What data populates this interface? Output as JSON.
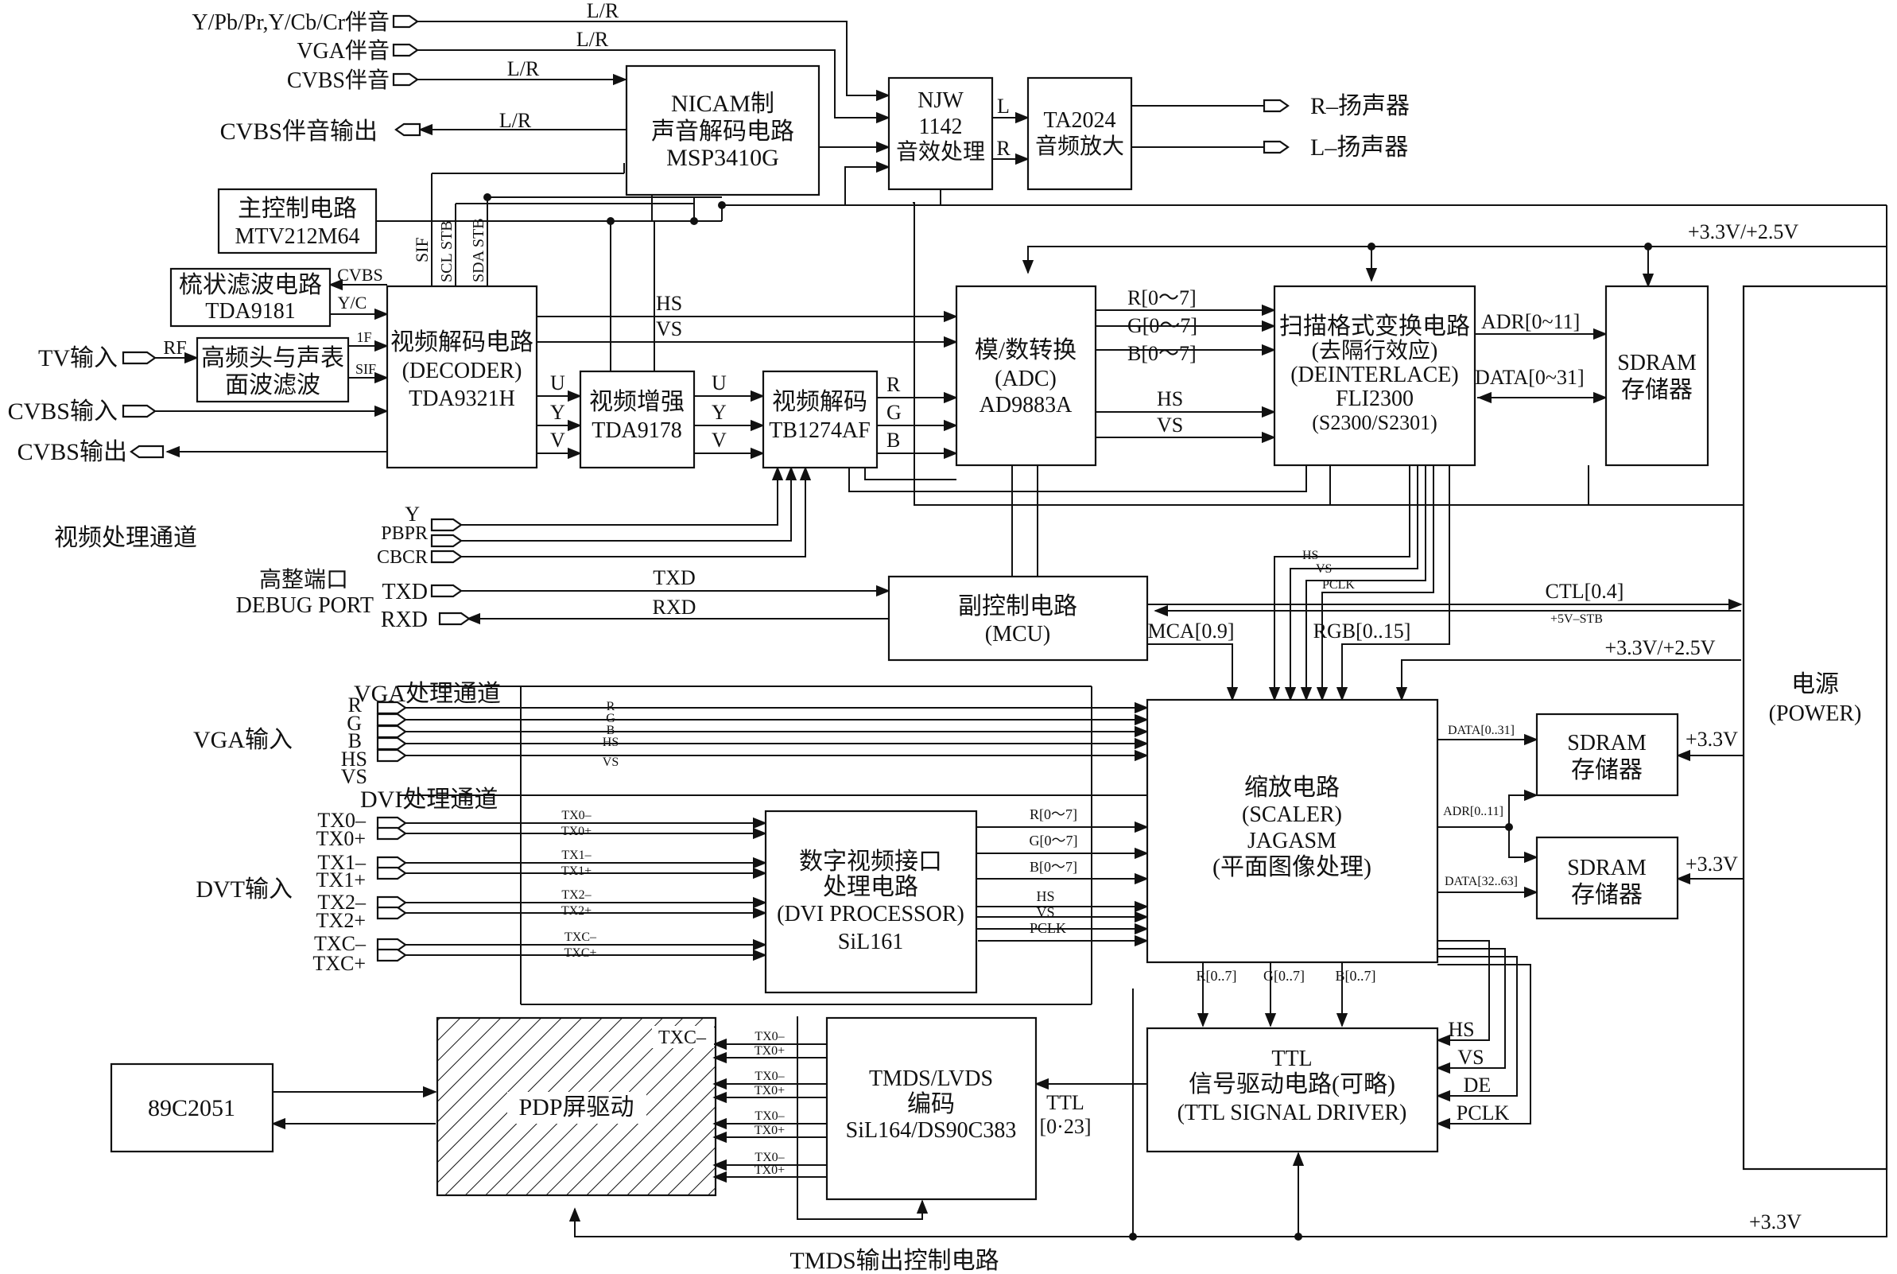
{
  "blocks": {
    "nicam": [
      "NICAM制",
      "声音解码电路",
      "MSP3410G"
    ],
    "njw": [
      "NJW",
      "1142",
      "音效处理"
    ],
    "ta2024": [
      "TA2024",
      "音频放大"
    ],
    "main_ctrl": [
      "主控制电路",
      "MTV212M64"
    ],
    "comb": [
      "梳状滤波电路",
      "TDA9181"
    ],
    "tuner": [
      "高频头与声表",
      "面波滤波"
    ],
    "decoder": [
      "视频解码电路",
      "(DECODER)",
      "TDA9321H"
    ],
    "enhance": [
      "视频增强",
      "TDA9178"
    ],
    "tb1274": [
      "视频解码",
      "TB1274AF"
    ],
    "adc": [
      "模/数转换",
      "(ADC)",
      "AD9883A"
    ],
    "deinterlace": [
      "扫描格式变换电路",
      "(去隔行效应)",
      "(DEINTERLACE)",
      "FLI2300",
      "(S2300/S2301)"
    ],
    "sdram_top": [
      "SDRAM",
      "存储器"
    ],
    "power": [
      "电源",
      "(POWER)"
    ],
    "mcu": [
      "副控制电路",
      "(MCU)"
    ],
    "scaler": [
      "缩放电路",
      "(SCALER)",
      "JAGASM",
      "(平面图像处理)"
    ],
    "sdram_1": [
      "SDRAM",
      "存储器"
    ],
    "sdram_2": [
      "SDRAM",
      "存储器"
    ],
    "dvi": [
      "数字视频接口",
      "处理电路",
      "(DVI PROCESSOR)",
      "SiL161"
    ],
    "ttl": [
      "TTL",
      "信号驱动电路(可略)",
      "(TTL  SIGNAL  DRIVER)"
    ],
    "tmds": [
      "TMDS/LVDS",
      "编码",
      "SiL164/DS90C383"
    ],
    "pdp": "PDP屏驱动",
    "mcu89": "89C2051"
  },
  "ports": {
    "ypbpr_audio": "Y/Pb/Pr,Y/Cb/Cr伴音",
    "vga_audio": "VGA伴音",
    "cvbs_audio": "CVBS伴音",
    "cvbs_audio_out": "CVBS伴音输出",
    "r_speaker": "R–扬声器",
    "l_speaker": "L–扬声器",
    "tv_in": "TV输入",
    "cvbs_in": "CVBS输入",
    "cvbs_out": "CVBS输出",
    "y": "Y",
    "pbpr": "PBPR",
    "cbcr": "CBCR",
    "debug_cn": "高整端口",
    "debug_en": "DEBUG PORT",
    "txd": "TXD",
    "rxd": "RXD",
    "vga_in": "VGA输入",
    "dvt_in": "DVT输入",
    "vga_r": "R",
    "vga_g": "G",
    "vga_b": "B",
    "vga_hs": "HS",
    "vga_vs": "VS",
    "tx0m": "TX0–",
    "tx0p": "TX0+",
    "tx1m": "TX1–",
    "tx1p": "TX1+",
    "tx2m": "TX2–",
    "tx2p": "TX2+",
    "txcm": "TXC–",
    "txcp": "TXC+"
  },
  "sections": {
    "video_channel": "视频处理通道",
    "vga_channel": "VGA处理通道",
    "dvi_channel": "DVI处理通道",
    "tmds_ctrl": "TMDS输出控制电路"
  },
  "signals": {
    "lr": "L/R",
    "l": "L",
    "r": "R",
    "sif": "SIF",
    "scl_stb": "SCL STB",
    "sda_stb": "SDA STB",
    "cvbs": "CVBS",
    "yc": "Y/C",
    "rf": "RF",
    "if": "1F",
    "u": "U",
    "y": "Y",
    "v": "V",
    "g": "G",
    "b": "B",
    "hs": "HS",
    "vs": "VS",
    "r07": "R[0～7]",
    "g07": "G[0～7]",
    "b07": "B[0～7]",
    "adr011": "ADR[0~11]",
    "data031": "DATA[0~31]",
    "pwr_33_25": "+3.3V/+2.5V",
    "pwr_33": "+3.3V",
    "pclk": "PCLK",
    "txd": "TXD",
    "rxd": "RXD",
    "ctl": "CTL[0.4]",
    "stb5v": "+5V–STB",
    "mca": "MCA[0.9]",
    "rgb015": "RGB[0..15]",
    "data_0_31": "DATA[0..31]",
    "adr_0_11": "ADR[0..11]",
    "data_32_63": "DATA[32..63]",
    "dvi_r": "R[0～7]",
    "dvi_g": "G[0～7]",
    "dvi_b": "B[0～7]",
    "r_07": "R[0..7]",
    "g_07": "G[0..7]",
    "b_07": "B[0..7]",
    "de": "DE",
    "ttl_bus": "TTL",
    "ttl_bus2": "[0·23]",
    "txcm_pdp": "TXC–",
    "tx0m": "TX0–",
    "tx0p": "TX0+",
    "tx1m": "TX1–",
    "tx1p": "TX1+",
    "tx2m": "TX2–",
    "tx2p": "TX2+",
    "txcm": "TXC–",
    "txcp": "TXC+"
  }
}
